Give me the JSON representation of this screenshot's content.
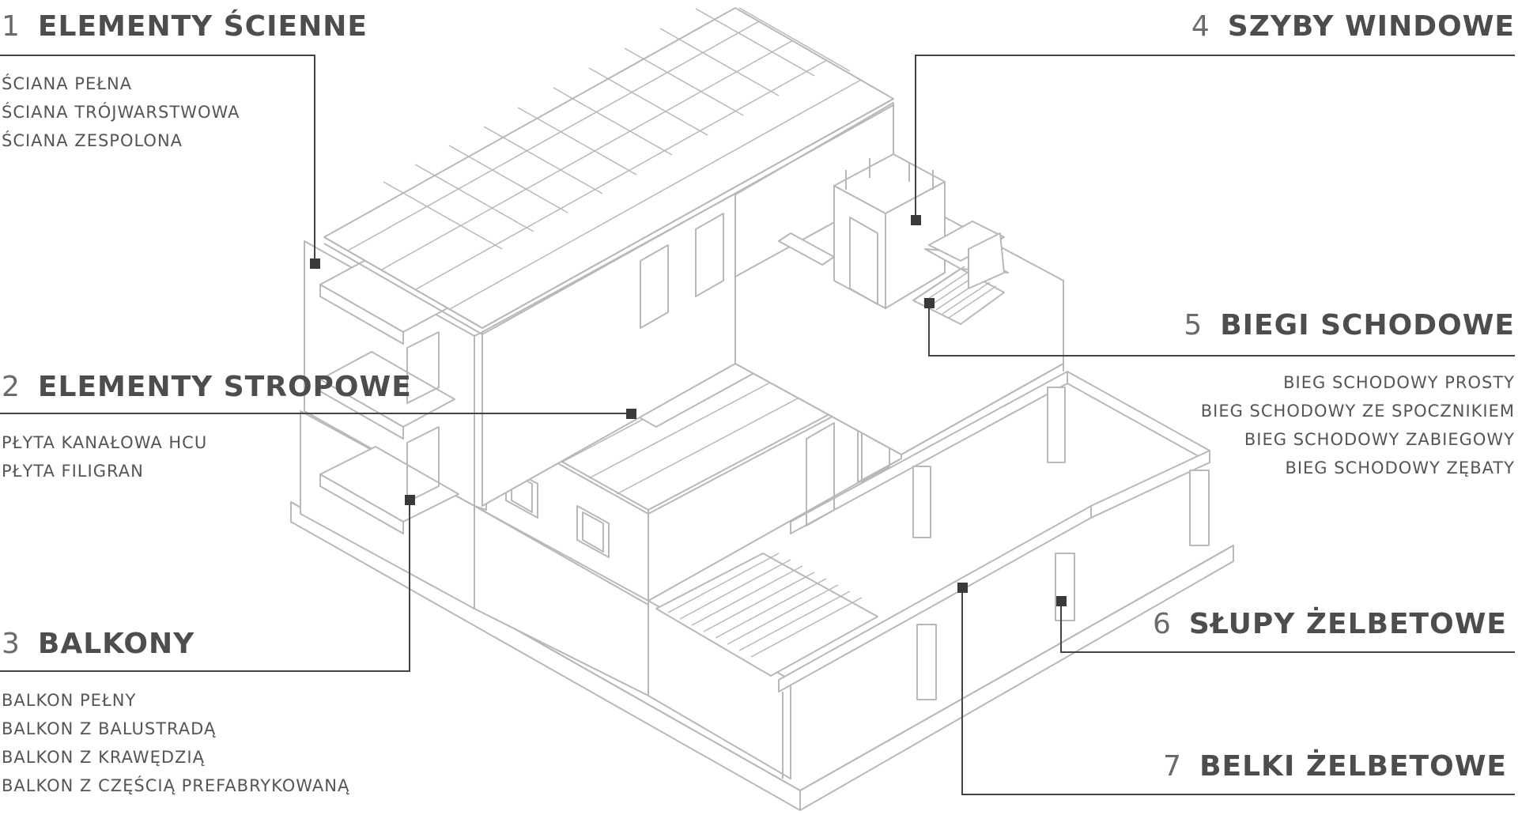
{
  "categories": [
    {
      "number": "1",
      "title": "ELEMENTY ŚCIENNE",
      "items": [
        "ŚCIANA PEŁNA",
        "ŚCIANA TRÓJWARSTWOWA",
        "ŚCIANA ZESPOLONA"
      ]
    },
    {
      "number": "2",
      "title": "ELEMENTY STROPOWE",
      "items": [
        "PŁYTA KANAŁOWA HCU",
        "PŁYTA FILIGRAN"
      ]
    },
    {
      "number": "3",
      "title": "BALKONY",
      "items": [
        "BALKON PEŁNY",
        "BALKON Z BALUSTRADĄ",
        "BALKON Z KRAWĘDZIĄ",
        "BALKON Z CZĘŚCIĄ PREFABRYKOWANĄ"
      ]
    },
    {
      "number": "4",
      "title": "SZYBY WINDOWE",
      "items": []
    },
    {
      "number": "5",
      "title": "BIEGI SCHODOWE",
      "items": [
        "BIEG SCHODOWY PROSTY",
        "BIEG SCHODOWY ZE SPOCZNIKIEM",
        "BIEG SCHODOWY ZABIEGOWY",
        "BIEG SCHODOWY ZĘBATY"
      ]
    },
    {
      "number": "6",
      "title": "SŁUPY ŻELBETOWE",
      "items": []
    },
    {
      "number": "7",
      "title": "BELKI ŻELBETOWE",
      "items": []
    }
  ],
  "colors": {
    "lines": "#b8b8b8",
    "leader": "#444444",
    "marker": "#3a3a3a",
    "text": "#4d4d4d"
  }
}
